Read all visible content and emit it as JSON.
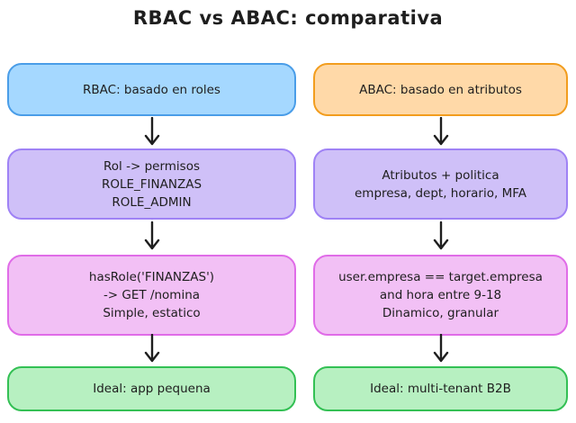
{
  "title": "RBAC vs ABAC: comparativa",
  "colors": {
    "text": "#1e1e1e",
    "arrow": "#1e1e1e",
    "blue_fill": "#a5d8ff",
    "blue_stroke": "#4a9de8",
    "orange_fill": "#ffd9a8",
    "orange_stroke": "#f29d1e",
    "purple_fill": "#cfc0f8",
    "purple_stroke": "#9f82f5",
    "pink_fill": "#f2c0f5",
    "pink_stroke": "#e06ce8",
    "green_fill": "#b7f0c1",
    "green_stroke": "#33c054"
  },
  "icons": {
    "connector": "down-arrow-icon"
  },
  "columns": [
    {
      "id": "rbac",
      "nodes": [
        {
          "color": "blue",
          "lines": [
            "RBAC: basado en roles"
          ]
        },
        {
          "color": "purple",
          "lines": [
            "Rol -> permisos",
            "ROLE_FINANZAS",
            "ROLE_ADMIN"
          ]
        },
        {
          "color": "pink",
          "lines": [
            "hasRole('FINANZAS')",
            "-> GET /nomina",
            "Simple, estatico"
          ]
        },
        {
          "color": "green",
          "lines": [
            "Ideal: app pequena"
          ]
        }
      ]
    },
    {
      "id": "abac",
      "nodes": [
        {
          "color": "orange",
          "lines": [
            "ABAC: basado en atributos"
          ]
        },
        {
          "color": "purple",
          "lines": [
            "Atributos + politica",
            "empresa, dept, horario, MFA"
          ]
        },
        {
          "color": "pink",
          "lines": [
            "user.empresa == target.empresa",
            "and hora entre 9-18",
            "Dinamico, granular"
          ]
        },
        {
          "color": "green",
          "lines": [
            "Ideal: multi-tenant B2B"
          ]
        }
      ]
    }
  ]
}
